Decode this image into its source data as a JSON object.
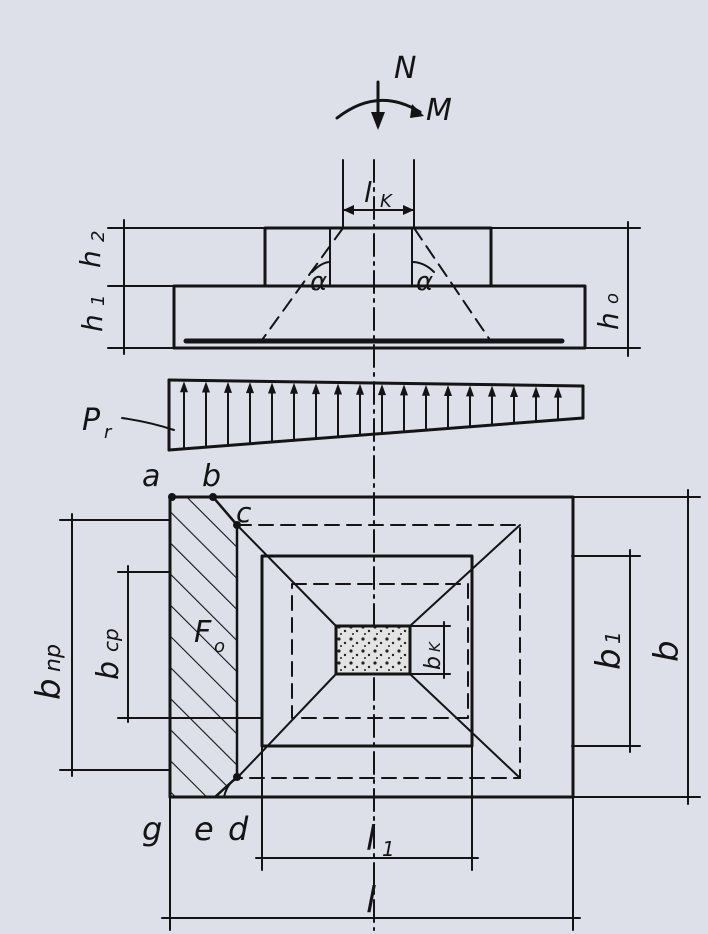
{
  "labels": {
    "N": "N",
    "M": "M",
    "lk": "l",
    "lk_sub": "K",
    "h2": "h",
    "h2_sub": "2",
    "h1": "h",
    "h1_sub": "1",
    "h0": "h",
    "h0_sub": "o",
    "alpha_left": "α",
    "alpha_right": "α",
    "pr": "P",
    "pr_sub": "r",
    "a": "a",
    "b_pt": "b",
    "c": "c",
    "d": "d",
    "e": "e",
    "g": "g",
    "Fo": "F",
    "Fo_sub": "o",
    "bnp": "b",
    "bnp_sub": "np",
    "bcp": "b",
    "bcp_sub": "cp",
    "bk": "b",
    "bk_sub": "K",
    "b1": "b",
    "b1_sub": "1",
    "b": "b",
    "l1": "l",
    "l1_sub": "1",
    "l": "l"
  }
}
